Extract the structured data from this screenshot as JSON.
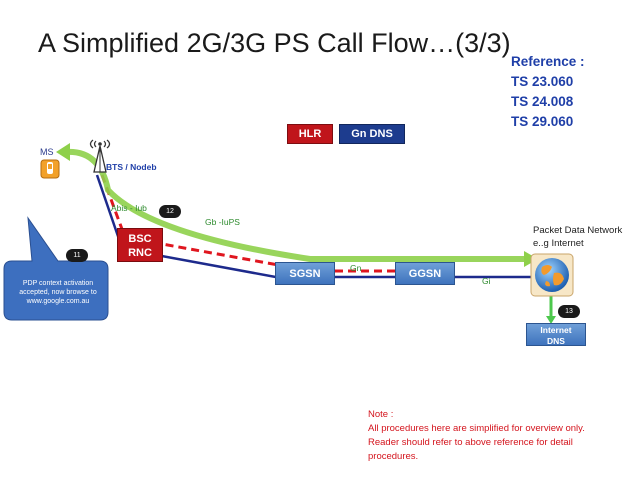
{
  "slide": {
    "title": "A Simplified 2G/3G PS Call Flow…(3/3)",
    "references": [
      "Reference :",
      "TS 23.060",
      "TS 24.008",
      "TS 29.060"
    ]
  },
  "nodes": {
    "hlr": "HLR",
    "gn_dns": "Gn DNS",
    "bsc": "BSC",
    "rnc": "RNC",
    "sgsn": "SGSN",
    "ggsn": "GGSN",
    "internet_dns_line1": "Internet",
    "internet_dns_line2": "DNS"
  },
  "labels": {
    "ms": "MS",
    "bts_nodeb": "BTS / Nodeb",
    "abis_iub": "Abis - Iub",
    "gb_iups": "Gb -IuPS",
    "gn": "Gn",
    "gi": "Gi",
    "packet_data_network_line1": "Packet Data Network",
    "packet_data_network_line2": "e..g Internet"
  },
  "steps": {
    "step_11": "11",
    "step_12": "12",
    "step_13": "13"
  },
  "callout": {
    "text": "PDP context activation accepted, now browse to www.google.com.au"
  },
  "note": {
    "heading": "Note :",
    "body": "All procedures here are simplified for overview only. Reader should refer to above reference for detail procedures."
  },
  "colors": {
    "blue_link": "#1d2a8c",
    "red_dashed": "#e0161f",
    "flow_arrow": "#8ed04a",
    "callout": "#3d6fbf"
  },
  "icons": [
    "antenna-icon",
    "mobile-phone-icon",
    "globe-icon"
  ]
}
